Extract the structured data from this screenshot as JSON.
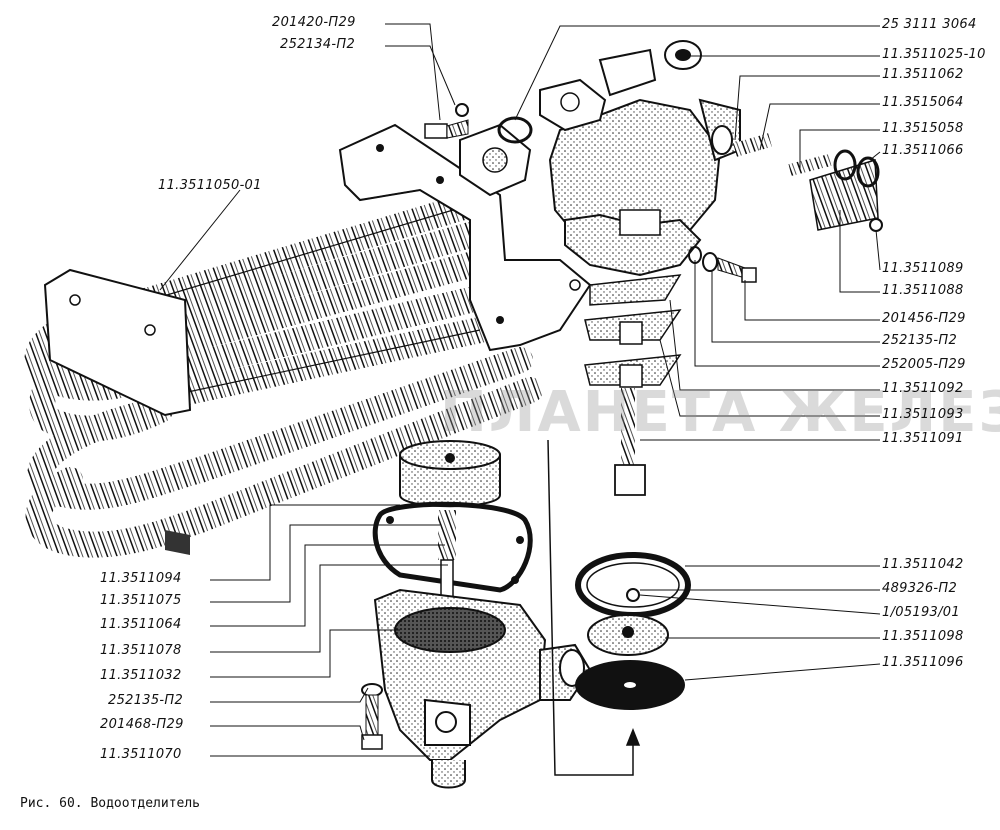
{
  "caption": "Рис. 60. Водоотделитель",
  "watermark": "ПЛАНЕТА ЖЕЛЕЗЯКА",
  "labels": {
    "l_201420": "201420-П29",
    "l_252134": "252134-П2",
    "l_3511050": "11.3511050-01",
    "r_253111": "25 3111 3064",
    "r_3511025": "11.3511025-10",
    "r_3511062": "11.3511062",
    "r_3515064": "11.3515064",
    "r_3515058": "11.3515058",
    "r_3511066": "11.3511066",
    "r_3511089": "11.3511089",
    "r_3511088": "11.3511088",
    "r_201456": "201456-П29",
    "r_252135a": "252135-П2",
    "r_252005": "252005-П29",
    "r_3511092": "11.3511092",
    "r_3511093": "11.3511093",
    "r_3511091": "11.3511091",
    "r_3511042": "11.3511042",
    "r_489326": "489326-П2",
    "r_105193": "1/05193/01",
    "r_3511098": "11.3511098",
    "r_3511096": "11.3511096",
    "b_3511094": "11.3511094",
    "b_3511075": "11.3511075",
    "b_3511064": "11.3511064",
    "b_3511078": "11.3511078",
    "b_3511032": "11.3511032",
    "b_252135": "252135-П2",
    "b_201468": "201468-П29",
    "b_3511070": "11.3511070"
  }
}
